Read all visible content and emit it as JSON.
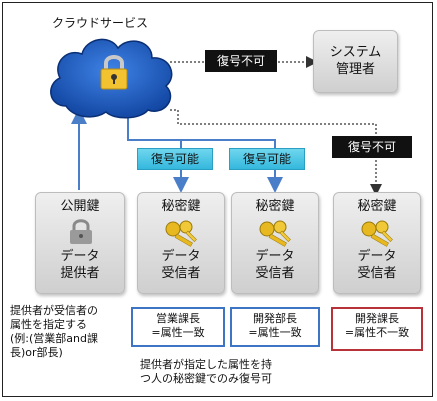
{
  "cloud": {
    "title": "クラウドサービス"
  },
  "admin": {
    "line1": "システム",
    "line2": "管理者"
  },
  "labels": {
    "cannot_decrypt_top": "復号不可",
    "can_decrypt_left": "復号可能",
    "can_decrypt_right": "復号可能",
    "cannot_decrypt_right": "復号不可"
  },
  "public_key": {
    "title": "公開鍵",
    "line1": "データ",
    "line2": "提供者",
    "note": [
      "提供者が受信者の",
      "属性を指定する",
      "(例:(営業部and課",
      "長)or部長)"
    ]
  },
  "receivers": [
    {
      "title": "秘密鍵",
      "line1": "データ",
      "line2": "受信者",
      "attr1": "営業課長",
      "attr2": "=属性一致"
    },
    {
      "title": "秘密鍵",
      "line1": "データ",
      "line2": "受信者",
      "attr1": "開発部長",
      "attr2": "=属性一致"
    },
    {
      "title": "秘密鍵",
      "line1": "データ",
      "line2": "受信者",
      "attr1": "開発課長",
      "attr2": "=属性不一致"
    }
  ],
  "footer": [
    "提供者が指定した属性を持",
    "つ人の秘密鍵でのみ復号可"
  ],
  "colors": {
    "cloud": "#1f5ec4",
    "cyan": "#3cc0e3",
    "blue_border": "#3d74c4",
    "red_border": "#b8323a",
    "connector": "#4a7ec9"
  }
}
